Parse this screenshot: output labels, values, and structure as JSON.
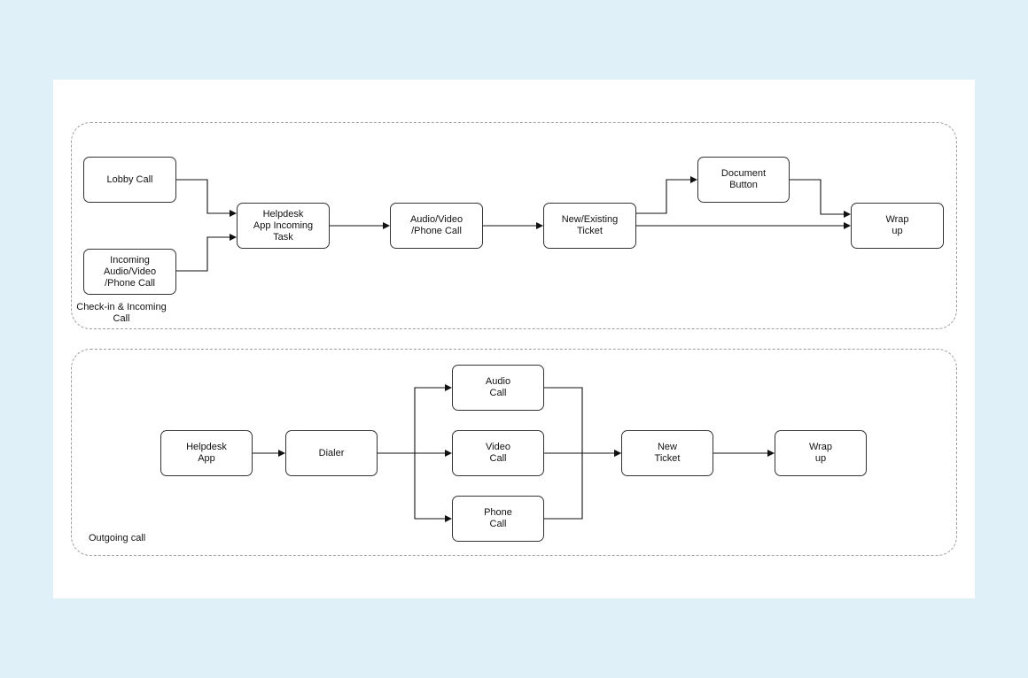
{
  "groups": {
    "checkin": {
      "label": "Check-in & Incoming\nCall"
    },
    "outgoing": {
      "label": "Outgoing call"
    }
  },
  "nodes": {
    "lobby_call": "Lobby Call",
    "incoming_call": "Incoming\nAudio/Video\n/Phone Call",
    "helpdesk_task": "Helpdesk\nApp Incoming\nTask",
    "av_phone_call": "Audio/Video\n/Phone Call",
    "new_existing_ticket": "New/Existing\nTicket",
    "document_button": "Document\nButton",
    "wrap_up_top": "Wrap\nup",
    "helpdesk_app": "Helpdesk\nApp",
    "dialer": "Dialer",
    "audio_call": "Audio\nCall",
    "video_call": "Video\nCall",
    "phone_call": "Phone\nCall",
    "new_ticket": "New\nTicket",
    "wrap_up_bottom": "Wrap\nup"
  },
  "colors": {
    "background": "#dff0f8",
    "canvas": "#ffffff",
    "stroke": "#333333",
    "group_border": "#9e9e9e"
  }
}
